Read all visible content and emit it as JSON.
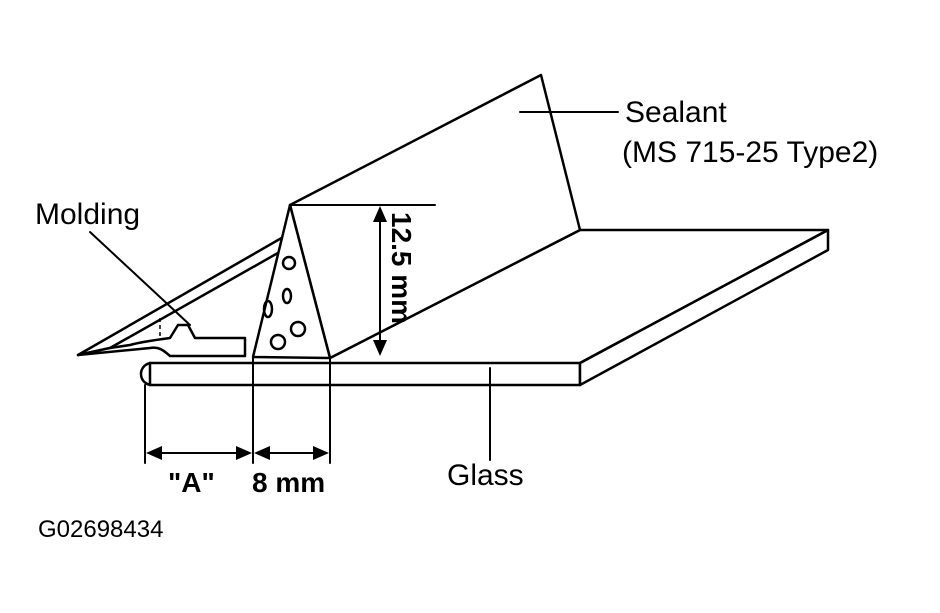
{
  "labels": {
    "sealant": "Sealant",
    "sealant_spec": "(MS 715-25 Type2)",
    "molding": "Molding",
    "height_dim": "12.5 mm",
    "width_dim": "8 mm",
    "dim_a": "\"A\"",
    "glass": "Glass",
    "figure_code": "G02698434"
  }
}
